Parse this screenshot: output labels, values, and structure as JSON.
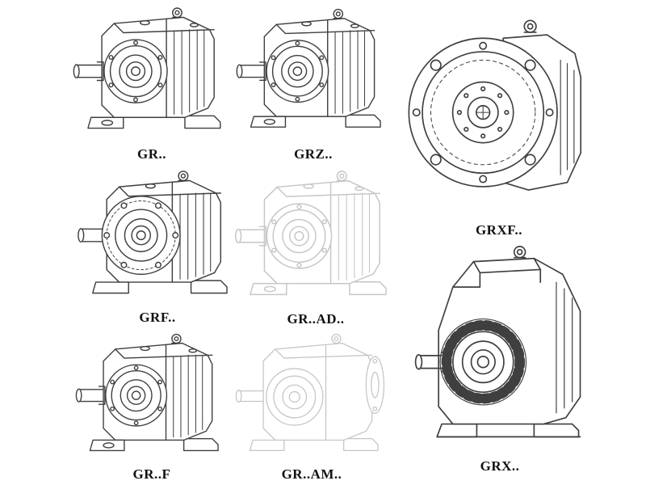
{
  "page": {
    "background_color": "#ffffff",
    "line_color": "#3f3f3f",
    "faded_line_color": "#c6c6c6",
    "label_color": "#111111"
  },
  "models": [
    {
      "id": "gr",
      "label": "GR..",
      "style": "solid"
    },
    {
      "id": "grz",
      "label": "GRZ..",
      "style": "solid"
    },
    {
      "id": "grxf",
      "label": "GRXF..",
      "style": "solid"
    },
    {
      "id": "grf",
      "label": "GRF..",
      "style": "solid"
    },
    {
      "id": "gr-ad",
      "label": "GR..AD..",
      "style": "faded"
    },
    {
      "id": "gr-f",
      "label": "GR..F",
      "style": "solid"
    },
    {
      "id": "gr-am",
      "label": "GR..AM..",
      "style": "faded"
    },
    {
      "id": "grx",
      "label": "GRX..",
      "style": "solid"
    }
  ]
}
